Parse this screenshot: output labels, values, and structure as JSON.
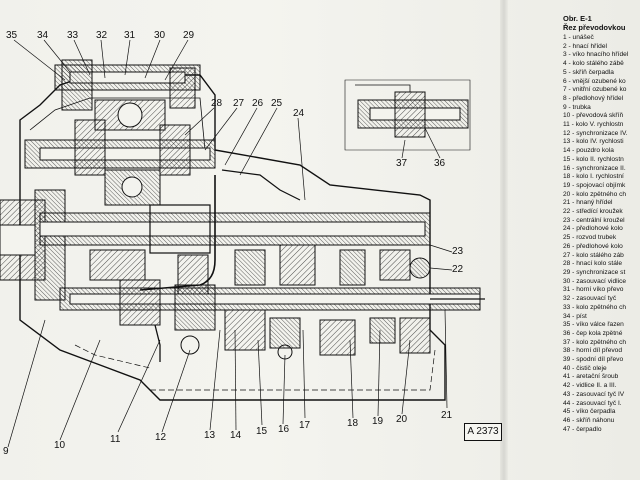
{
  "document": {
    "figure_code": "A 2373",
    "caption_title": "Obr. E-1",
    "caption_subtitle": "Řez převodovkou"
  },
  "callouts": [
    {
      "n": "35"
    },
    {
      "n": "34"
    },
    {
      "n": "33"
    },
    {
      "n": "32"
    },
    {
      "n": "31"
    },
    {
      "n": "30"
    },
    {
      "n": "29"
    },
    {
      "n": "28"
    },
    {
      "n": "27"
    },
    {
      "n": "26"
    },
    {
      "n": "25"
    },
    {
      "n": "24"
    },
    {
      "n": "37"
    },
    {
      "n": "36"
    },
    {
      "n": "23"
    },
    {
      "n": "22"
    },
    {
      "n": "9"
    },
    {
      "n": "10"
    },
    {
      "n": "11"
    },
    {
      "n": "12"
    },
    {
      "n": "13"
    },
    {
      "n": "14"
    },
    {
      "n": "15"
    },
    {
      "n": "16"
    },
    {
      "n": "17"
    },
    {
      "n": "18"
    },
    {
      "n": "19"
    },
    {
      "n": "20"
    },
    {
      "n": "21"
    }
  ],
  "legend_items": [
    "1 - unášeč",
    "2 - hnací hřídel",
    "3 - víko hnacího hřídel",
    "4 - kolo stálého zábě",
    "5 - skříň čerpadla",
    "6 - vnější ozubené ko",
    "7 - vnitřní ozubené ko",
    "8 - předlohový hřídel",
    "9 - trubka",
    "10 - převodová skříň",
    "11 - kolo V. rychlostn",
    "12 - synchronizace IV.",
    "13 - kolo IV. rychlosti",
    "14 - pouzdro kola",
    "15 - kolo II. rychlostn",
    "16 - synchronizace II.",
    "18 - kolo I. rychlostní",
    "19 - spojovací objímk",
    "20 - kolo zpětného ch",
    "21 - hnaný hřídel",
    "22 - středící kroužek",
    "23 - centrální kroužel",
    "24 - předlohové kolo",
    "25 - rozvod trubek",
    "26 - předlohové kolo",
    "27 - kolo stálého záb",
    "28 - hnací kolo stále",
    "29 - synchronizace st",
    "30 - zasouvací vidlice",
    "31 - horní víko převo",
    "32 - zasouvací tyč",
    "33 - kolo zpětného ch",
    "34 - píst",
    "35 - víko válce řazen",
    "36 - čep kola zpětné",
    "37 - kolo zpětného ch",
    "38 - horní díl převod",
    "39 - spodní díl převo",
    "40 - čistič oleje",
    "41 - aretační šroub",
    "42 - vidlice II. a III.",
    "43 - zasouvací tyč IV",
    "44 - zasouvací tyč I.",
    "45 - víko čerpadla",
    "46 - skříň náhonu",
    "47 - čerpadlo"
  ]
}
